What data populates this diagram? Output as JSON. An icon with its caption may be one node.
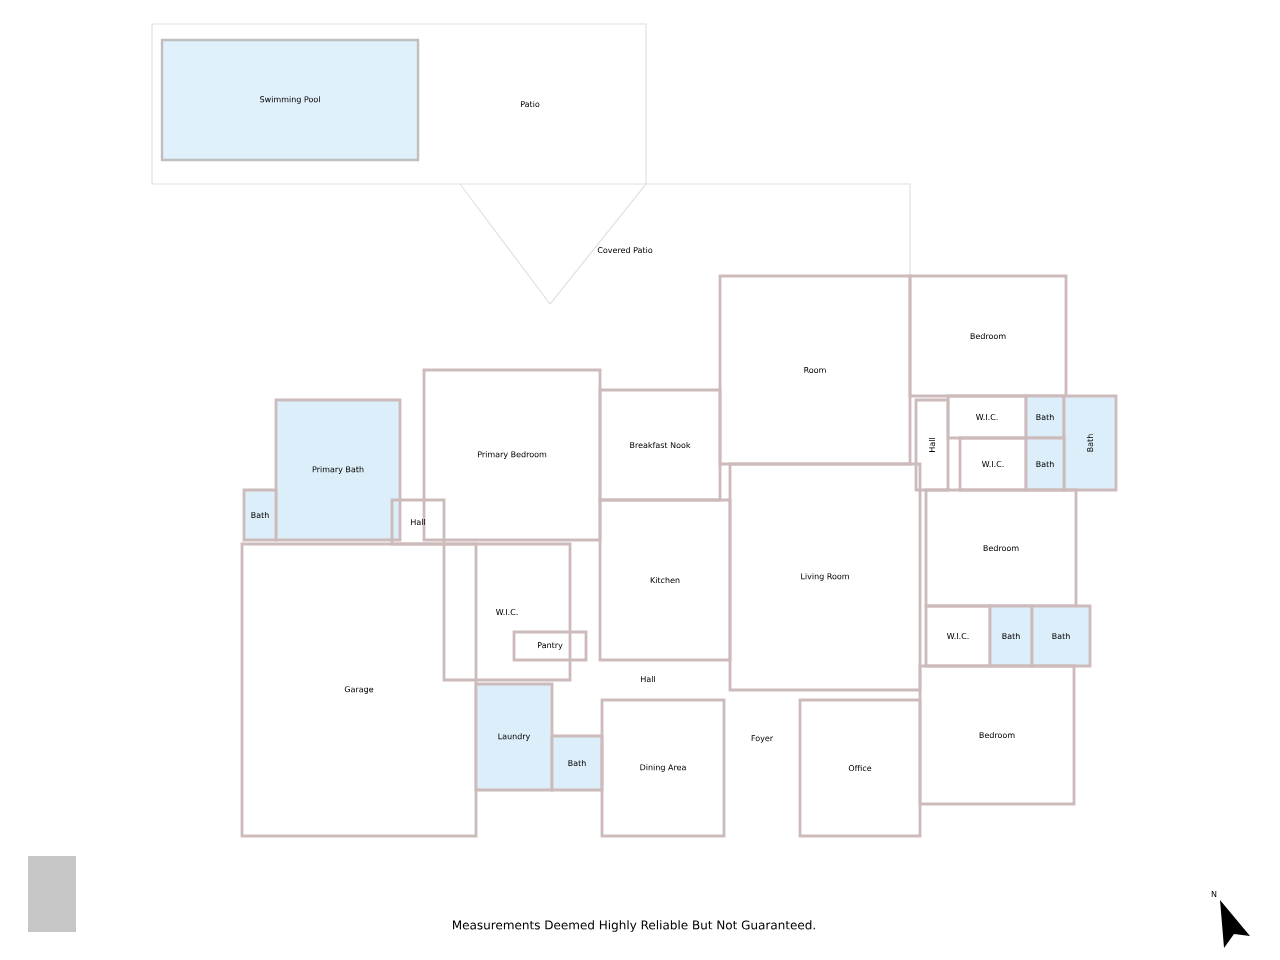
{
  "diagram": {
    "caption": "Measurements Deemed Highly Reliable But Not Guaranteed.",
    "nodes": [
      {
        "text": [
          "Patio"
        ]
      },
      {
        "text": [
          "Swimming Pool"
        ],
        "in": 0
      },
      {
        "text": [
          "Covered Patio"
        ]
      },
      {
        "text": [
          "Primary Bedroom"
        ]
      },
      {
        "text": [
          "Primary Bath"
        ]
      },
      {
        "text": [
          "Bath"
        ]
      },
      {
        "text": [
          "Hall"
        ]
      },
      {
        "text": [
          "Room"
        ]
      },
      {
        "text": [
          "Bedroom"
        ]
      },
      {
        "text": [
          "Breakfast Nook"
        ]
      },
      {
        "text": [
          "Hall"
        ]
      },
      {
        "text": [
          "W.I.C."
        ]
      },
      {
        "text": [
          "Bath"
        ]
      },
      {
        "text": [
          "Bath"
        ]
      },
      {
        "text": [
          "W.I.C."
        ]
      },
      {
        "text": [
          "Bath"
        ]
      },
      {
        "text": [
          "Kitchen"
        ]
      },
      {
        "text": [
          "Living Room"
        ]
      },
      {
        "text": [
          "Bedroom"
        ]
      },
      {
        "text": [
          "W.I.C."
        ]
      },
      {
        "text": [
          "W.I.C."
        ]
      },
      {
        "text": [
          "Bath"
        ]
      },
      {
        "text": [
          "Bath"
        ]
      },
      {
        "text": [
          "Pantry"
        ]
      },
      {
        "text": [
          "Hall"
        ]
      },
      {
        "text": [
          "Garage"
        ]
      },
      {
        "text": [
          "Laundry"
        ]
      },
      {
        "text": [
          "Foyer"
        ]
      },
      {
        "text": [
          "Bath"
        ]
      },
      {
        "text": [
          "Dining Area"
        ]
      },
      {
        "text": [
          "Office"
        ]
      },
      {
        "text": [
          "Bedroom"
        ]
      }
    ],
    "labels": [
      "N"
    ]
  }
}
